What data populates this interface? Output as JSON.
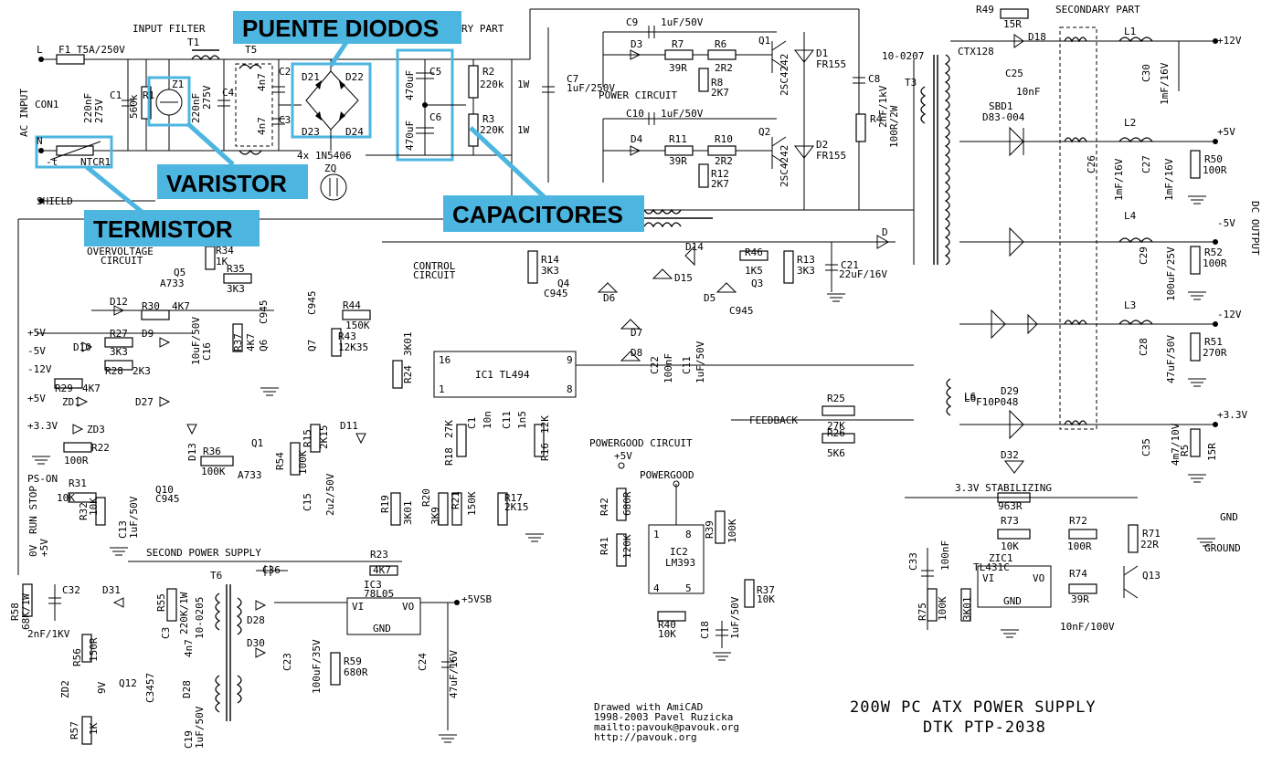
{
  "header": {
    "input_filter": "INPUT FILTER",
    "primary_part": "RY PART",
    "secondary_part": "SECONDARY PART",
    "power_circuit": "POWER CIRCUIT",
    "control_circuit_1": "CONTROL",
    "control_circuit_2": "CIRCUIT",
    "overvoltage_1": "OVERVOLTAGE",
    "overvoltage_2": "CIRCUIT",
    "second_power_supply": "SECOND POWER SUPPLY",
    "powergood_circuit": "POWERGOOD CIRCUIT",
    "stabilizing": "3.3V STABILIZING",
    "feedback": "FEEDBACK",
    "ac_input": "AC INPUT",
    "dc_output": "DC OUTPUT"
  },
  "callouts": {
    "bridge": "PUENTE DIODOS",
    "varistor": "VARISTOR",
    "capacitors": "CAPACITORES",
    "thermistor": "TERMISTOR"
  },
  "colors": {
    "callout": "#4db6e0",
    "ink": "#000000",
    "paper": "#ffffff"
  },
  "input_section": {
    "line": "L",
    "neutral": "N",
    "shield": "SHIELD",
    "connector": "CON1",
    "fuse": "F1 T5A/250V",
    "t1": "T1",
    "t5": "T5",
    "c1": "C1",
    "c1_val_1": "220nF",
    "c1_val_2": "275V",
    "r1": "R1",
    "r1_val": "560k",
    "z1": "Z1",
    "c4": "C4",
    "c4_val_1": "220nF",
    "c4_val_2": "275V",
    "c2": "C2",
    "c2_val": "4n7",
    "c3": "C3",
    "c3_val": "4n7",
    "ntc": "NTCR1",
    "ntc_sign": "-t",
    "zq": "ZQ"
  },
  "bridge_section": {
    "d21": "D21",
    "d22": "D22",
    "d23": "D23",
    "d24": "D24",
    "diodes": "4x 1N5406",
    "c5": "C5",
    "c5_val": "470uF",
    "c6": "C6",
    "c6_val": "470uF",
    "r2": "R2",
    "r2_val": "220k",
    "r2_pwr": "1W",
    "r3": "R3",
    "r3_val": "220K",
    "r3_pwr": "1W"
  },
  "power_section": {
    "c7": "C7",
    "c7_val": "1uF/250V",
    "c9": "C9",
    "c9_val": "1uF/50V",
    "c10": "C10",
    "c10_val": "1uF/50V",
    "d3": "D3",
    "d4": "D4",
    "r7": "R7",
    "r7_val": "39R",
    "r11": "R11",
    "r11_val": "39R",
    "r6": "R6",
    "r6_val": "2R2",
    "r10": "R10",
    "r10_val": "2R2",
    "r8": "R8",
    "r8_val": "2K7",
    "r12": "R12",
    "r12_val": "2K7",
    "q1": "Q1",
    "q1_type": "2SC4242",
    "q2": "Q2",
    "q2_type": "2SC4242",
    "d1": "D1",
    "d1_type": "FR155",
    "d2": "D2",
    "d2_type": "FR155",
    "c8": "C8",
    "c8_val": "2nF/1kV",
    "r4": "R4",
    "r4_val": "100R/2W",
    "t2_type": "10-0207",
    "t3": "T3"
  },
  "secondary_section": {
    "r49": "R49",
    "r49_val": "15R",
    "ctx": "CTX128",
    "d18": "D18",
    "c25": "C25",
    "c25_val": "10nF",
    "l1": "L1",
    "c30": "C30",
    "c30_val": "1mF/16V",
    "out_12": "+12V",
    "sbd1": "SBD1",
    "sbd1_type": "D83-004",
    "l2": "L2",
    "c26": "C26",
    "c26_val": "1mF/16V",
    "c27": "C27",
    "c27_val": "1mF/16V",
    "r50": "R50",
    "r50_val": "100R",
    "out_5": "+5V",
    "l4": "L4",
    "c29": "C29",
    "c29_val": "100uF/25V",
    "r52": "R52",
    "r52_val": "100R",
    "out_m5": "-5V",
    "l3": "L3",
    "c28": "C28",
    "c28_val": "47uF/50V",
    "r51": "R51",
    "r51_val": "270R",
    "out_m12": "-12V",
    "d29": "D29",
    "d29_type": "F10P048",
    "l6": "L6",
    "out_33": "+3.3V",
    "c35": "C35",
    "c35_val": "4m7/10V",
    "r5": "R5",
    "r5_val": "15R",
    "d32": "D32",
    "r73": "R73",
    "r73_val": "10K",
    "r72": "R72",
    "r72_val": "100R",
    "r71": "R71",
    "r71_val": "22R",
    "c33": "C33",
    "c33_val": "100nF",
    "zic1": "ZIC1",
    "zic1_type": "TL431C",
    "vi": "VI",
    "vo": "VO",
    "gnd": "GND",
    "r74": "R74",
    "r74_val": "39R",
    "q13": "Q13",
    "r75": "R75",
    "r75_val": "100K",
    "r_3k01": "3K01",
    "c_10n": "10nF/100V",
    "r963": "963R",
    "gnd_label": "GND",
    "ground": "GROUND",
    "d_label": "D"
  },
  "control_section": {
    "ic1": "IC1 TL494",
    "pin16": "16",
    "pin9": "9",
    "pin1": "1",
    "pin8": "8",
    "r14": "R14",
    "r14_val": "3K3",
    "r13": "R13",
    "r13_val": "3K3",
    "r46": "R46",
    "r46_val": "1K5",
    "d14": "D14",
    "d15": "D15",
    "d6": "D6",
    "d5": "D5",
    "d7": "D7",
    "d8": "D8",
    "q4": "Q4",
    "q4_type": "C945",
    "q3": "Q3",
    "q3_type": "C945",
    "c21": "C21",
    "c21_val": "22uF/16V",
    "c22": "C22",
    "c22_val": "100nF",
    "c11": "C11",
    "c11_val": "1uF/50V",
    "r24": "R24",
    "r24_val": "3K01",
    "r18": "R18",
    "r18_val": "27K",
    "c1n": "C1",
    "c1n_val": "10n",
    "c11b": "C11",
    "c11b_val": "1n5",
    "r16": "R16",
    "r16_val": "12K",
    "r25": "R25",
    "r25_val": "27K",
    "r26": "R26",
    "r26_val": "5K6",
    "l6_label": "L6",
    "r19": "R19",
    "r19_val": "3K01",
    "r20": "R20",
    "r20_val": "3K9",
    "r21": "R21",
    "r21_val": "150K",
    "r17": "R17",
    "r17_val": "2K15",
    "d11": "D11"
  },
  "overvoltage_section": {
    "r34": "R34",
    "r34_val": "1K",
    "q5": "Q5",
    "q5_type": "A733",
    "r35": "R35",
    "r35_val": "3K3",
    "q6_type": "C945",
    "q6": "Q6",
    "d12": "D12",
    "r30": "R30",
    "r30_val": "4K7",
    "r27": "R27",
    "r27_val": "3K3",
    "d9": "D9",
    "d10": "D10",
    "r28": "R28",
    "r28_val": "2K3",
    "r29": "R29",
    "r29_val": "4K7",
    "zd1": "ZD1",
    "d27": "D27",
    "zd3": "ZD3",
    "r22": "R22",
    "r22_val": "100R",
    "c16": "C16",
    "c16_val": "10uF/50V",
    "r37": "R37",
    "r37_val": "4K7",
    "q7": "Q7",
    "q7_type": "C945",
    "r44": "R44",
    "r44_val": "150K",
    "r43": "R43",
    "r43_val": "12K35",
    "v5": "+5V",
    "vm5": "-5V",
    "vm12": "-12V",
    "v5b": "+5V",
    "v33": "+3.3V",
    "d13": "D13",
    "r36": "R36",
    "r36_val": "100K",
    "q1b": "Q1",
    "q1b_type": "A733",
    "r54": "R54",
    "r54_val": "100K",
    "r15": "R15",
    "r15_val": "2K15",
    "c15": "C15",
    "c15_val": "2u2/50V",
    "ps_on": "PS-ON",
    "r31": "R31",
    "r31_val": "10K",
    "q10": "Q10",
    "q10_type": "C945",
    "r32": "R32",
    "r32_val": "10K",
    "c13": "C13",
    "c13_val": "1uF/50V",
    "run_stop": "RUN STOP",
    "v_0": "0V",
    "v_5b": "+5V"
  },
  "standby_section": {
    "r58": "R58",
    "r58_val": "68K/1W",
    "c32": "C32",
    "c32_val": "2nF/1KV",
    "d31": "D31",
    "r55": "R55",
    "r55_val": "220K/1W",
    "r56": "R56",
    "r56_val": "150R",
    "c3": "C3",
    "c3_val": "4n7",
    "t6": "T6",
    "t6_type": "10-0205",
    "c36": "C36",
    "d28": "D28",
    "d30": "D30",
    "q12": "Q12",
    "q12_type": "C3457",
    "zd2": "ZD2",
    "zd2_val": "9V",
    "d28b": "D28",
    "r57": "R57",
    "r57_val": "1K",
    "c19": "C19",
    "c19_val": "1uF/50V",
    "c23": "C23",
    "c23_val": "100uF/35V",
    "r59": "R59",
    "r59_val": "680R",
    "ic3": "IC3",
    "ic3_type": "78L05",
    "vi": "VI",
    "vo": "VO",
    "gnd": "GND",
    "c24": "C24",
    "c24_val": "47uF/16V",
    "v5sb": "+5VSB",
    "r23": "R23",
    "r23_val": "4K7"
  },
  "powergood_section": {
    "v5": "+5V",
    "powergood": "POWERGOOD",
    "r42": "R42",
    "r42_val": "680R",
    "r41": "R41",
    "r41_val": "120K",
    "ic2": "IC2",
    "ic2_type": "LM393",
    "pin1": "1",
    "pin8": "8",
    "pin4": "4",
    "pin5": "5",
    "r39": "R39",
    "r39_val": "100K",
    "r37": "R37",
    "r37_val": "10K",
    "r40": "R40",
    "r40_val": "10K",
    "c18": "C18",
    "c18_val": "1uF/50V"
  },
  "footer": {
    "credit_1": "Drawed with AmiCAD",
    "credit_2": "1998-2003 Pavel Ruzicka",
    "credit_3": "mailto:pavouk@pavouk.org",
    "credit_4": "http://pavouk.org",
    "title_1": "200W PC ATX POWER SUPPLY",
    "title_2": "DTK PTP-2038"
  }
}
